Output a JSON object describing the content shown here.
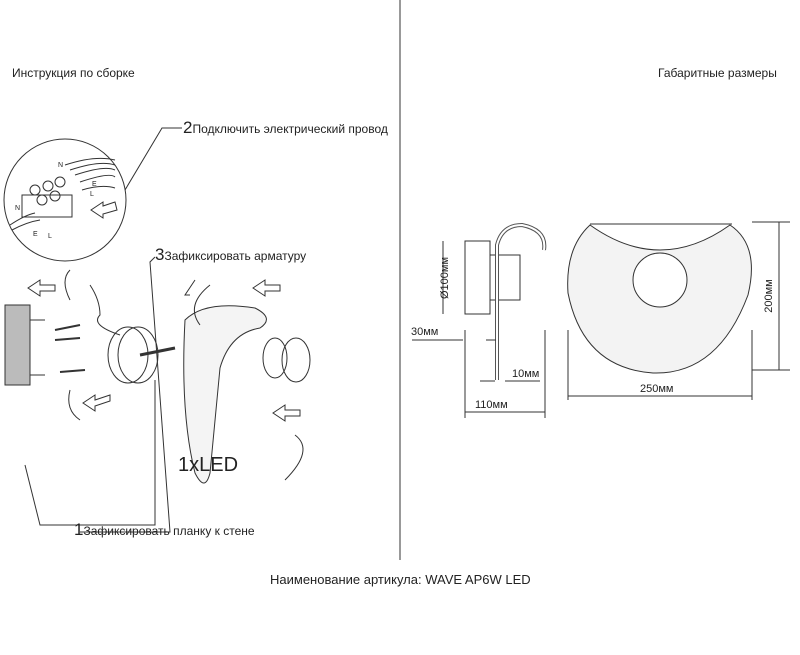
{
  "left_title": "Инструкция по сборке",
  "right_title": "Габаритные размеры",
  "steps": [
    {
      "num": "1",
      "text": "Зафиксировать планку к стене"
    },
    {
      "num": "2",
      "text": "Подключить электрический провод"
    },
    {
      "num": "3",
      "text": "Зафиксировать арматуру"
    }
  ],
  "led_label": "1xLED",
  "wire_labels": {
    "n": "N",
    "e": "E",
    "l": "L"
  },
  "dimensions": {
    "diameter": "Ø100мм",
    "base_depth": "30мм",
    "rod": "10мм",
    "depth": "110мм",
    "width": "250мм",
    "height": "200мм"
  },
  "article": "Наименование артикула: WAVE AP6W LED"
}
